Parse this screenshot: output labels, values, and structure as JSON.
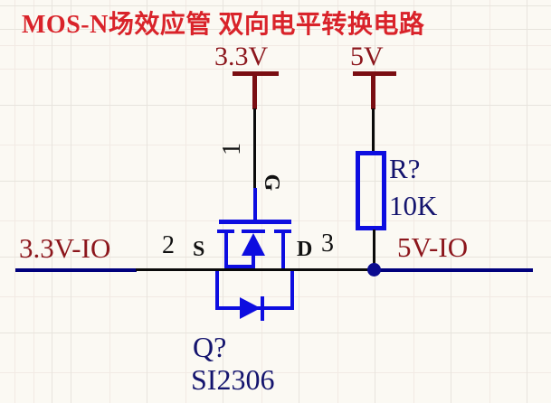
{
  "title": "MOS-N场效应管 双向电平转换电路",
  "colors": {
    "title_red": "#d9232a",
    "power_symbol_dark_red": "#7a0e12",
    "net_label_dark_red": "#8c161c",
    "wire_navy": "#00007c",
    "component_blue": "#0d0de0",
    "designator_navy": "#14146e",
    "wire_black": "#0a0a0a",
    "background": "#fbf9f3"
  },
  "power_rails": [
    {
      "label": "3.3V"
    },
    {
      "label": "5V"
    }
  ],
  "net_labels": {
    "left": "3.3V-IO",
    "right": "5V-IO"
  },
  "mosfet": {
    "designator": "Q?",
    "part_number": "SI2306",
    "pins": {
      "gate": {
        "number": "1",
        "name": "G"
      },
      "source": {
        "number": "2",
        "name": "S"
      },
      "drain": {
        "number": "3",
        "name": "D"
      }
    }
  },
  "resistor": {
    "designator": "R?",
    "value": "10K"
  }
}
